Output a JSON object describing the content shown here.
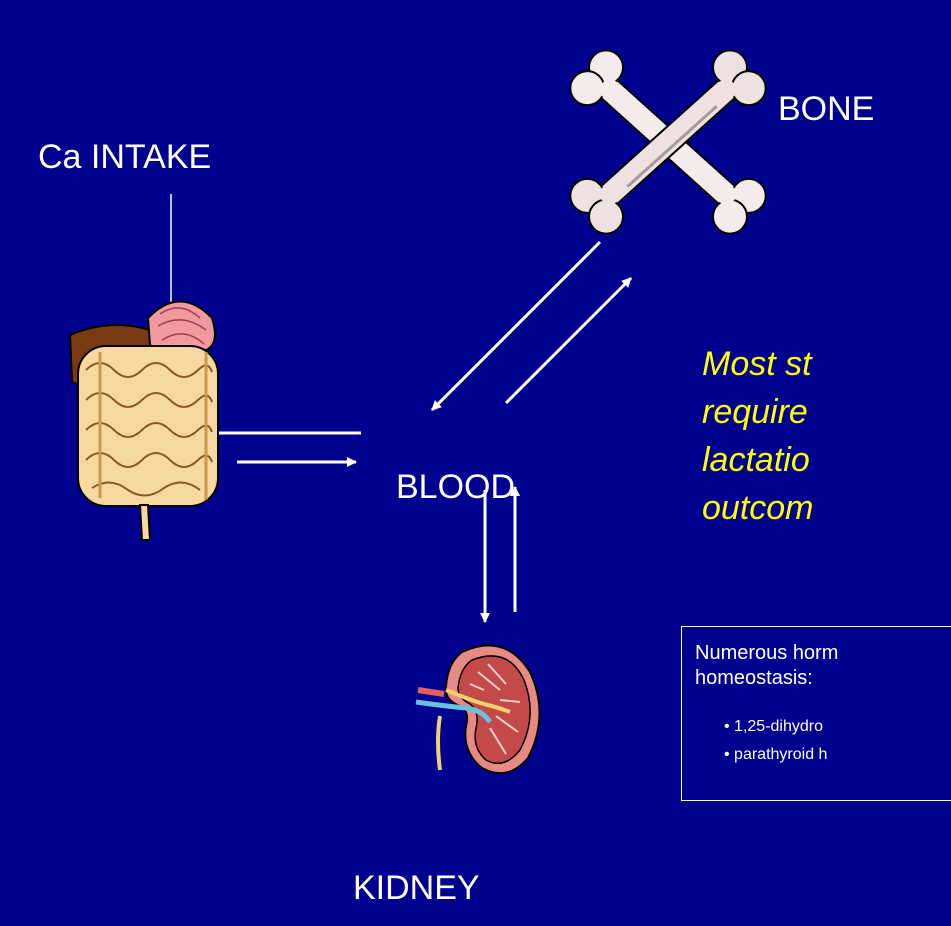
{
  "labels": {
    "ca_intake": "Ca INTAKE",
    "bone": "BONE",
    "blood": "BLOOD",
    "kidney": "KIDNEY"
  },
  "note_lines": [
    "Most st",
    "require",
    "lactatio",
    "outcom"
  ],
  "hormone_box": {
    "heading_lines": [
      "Numerous horm",
      "homeostasis:"
    ],
    "items": [
      "1,25-dihydro",
      "parathyroid h"
    ]
  },
  "colors": {
    "background": "#00008f",
    "text": "#ffffff",
    "note": "#ffff00"
  },
  "icons": [
    "intestine-icon",
    "bone-icon",
    "kidney-icon"
  ]
}
